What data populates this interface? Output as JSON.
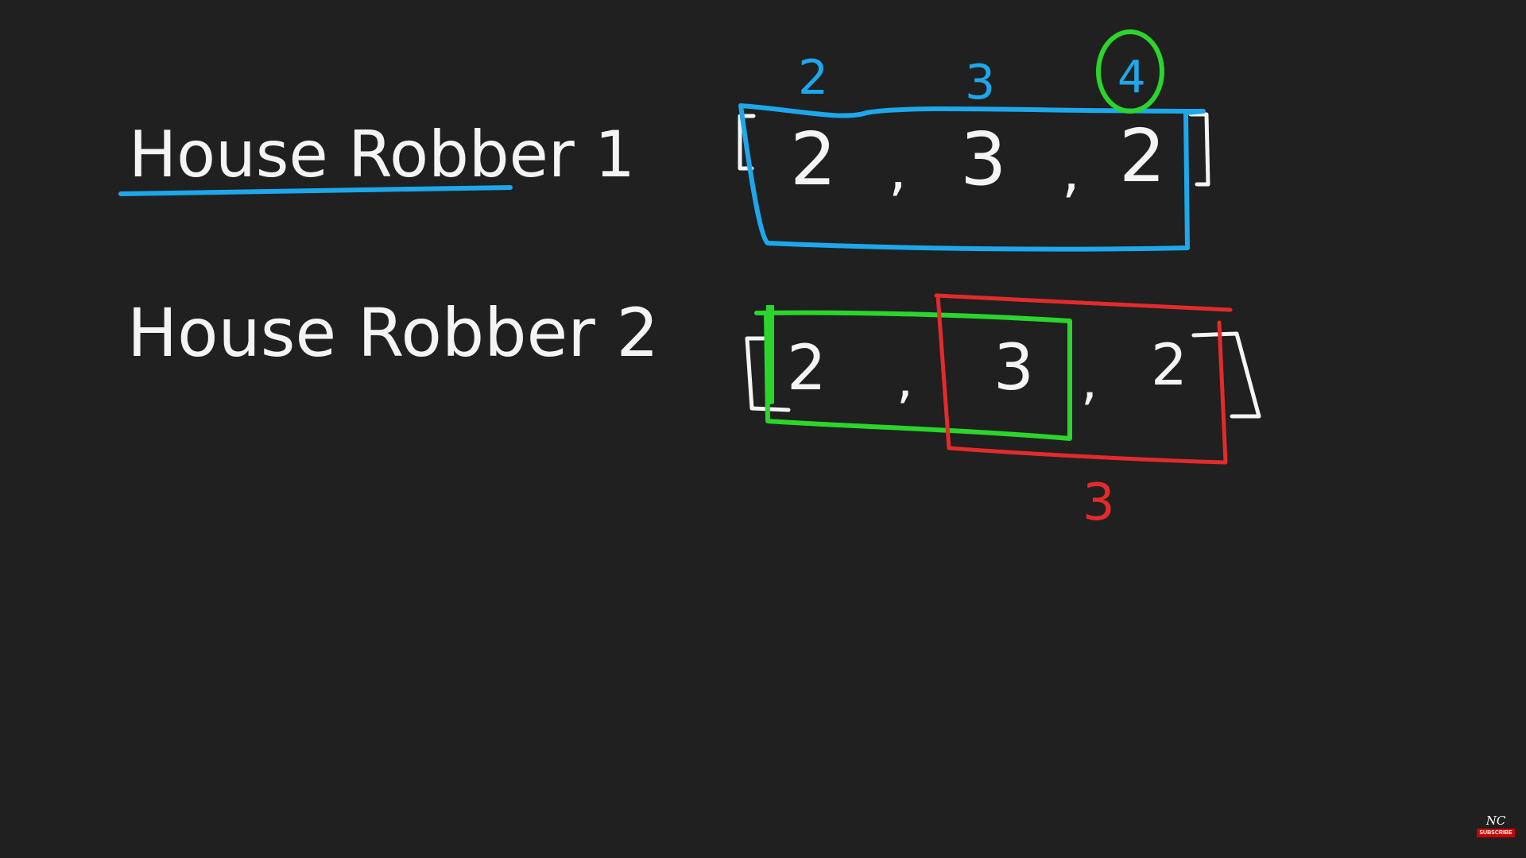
{
  "heading_1": "House Robber 1",
  "heading_2": "House Robber 2",
  "example_1": {
    "values": [
      "2",
      "3",
      "2"
    ],
    "separators": [
      ",",
      ","
    ],
    "top_annotations": [
      "2",
      "3",
      "4"
    ]
  },
  "example_2": {
    "values": [
      "2",
      "3",
      "2"
    ],
    "separators": [
      ",",
      ","
    ],
    "bottom_annotation": "3"
  },
  "colors": {
    "background": "#202020",
    "ink": "#f4f4f4",
    "blue": "#1ea7ea",
    "green": "#2bd52b",
    "red": "#e32b2b"
  },
  "watermark": {
    "logo": "NC",
    "button": "SUBSCRIBE"
  }
}
